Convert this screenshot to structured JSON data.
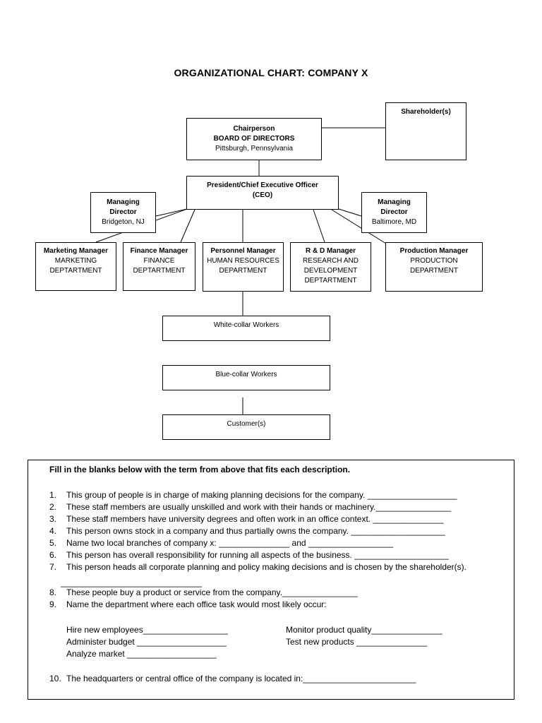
{
  "title": "ORGANIZATIONAL CHART:  COMPANY X",
  "chart": {
    "shareholders": "Shareholder(s)",
    "chairperson": {
      "role": "Chairperson",
      "board": "BOARD OF DIRECTORS",
      "location": "Pittsburgh, Pennsylvania"
    },
    "ceo": {
      "title": "President/Chief Executive Officer",
      "abbr": "(CEO)"
    },
    "md_left": {
      "line1": "Managing",
      "line2": "Director",
      "location": "Bridgeton, NJ"
    },
    "md_right": {
      "line1": "Managing",
      "line2": "Director",
      "location": "Baltimore, MD"
    },
    "marketing": {
      "title": "Marketing Manager",
      "dept1": "MARKETING",
      "dept2": "DEPTARTMENT"
    },
    "finance": {
      "title": "Finance Manager",
      "dept1": "FINANCE",
      "dept2": "DEPTARTMENT"
    },
    "personnel": {
      "title": "Personnel Manager",
      "dept1": "HUMAN RESOURCES",
      "dept2": "DEPARTMENT"
    },
    "rd": {
      "title": "R & D Manager",
      "dept1": "RESEARCH AND",
      "dept2": "DEVELOPMENT",
      "dept3": "DEPTARTMENT"
    },
    "production": {
      "title": "Production Manager",
      "dept1": "PRODUCTION",
      "dept2": "DEPARTMENT"
    },
    "white_collar": "White-collar Workers",
    "blue_collar": "Blue-collar Workers",
    "customers": "Customer(s)"
  },
  "questions": {
    "instructions": "Fill in the blanks below with the term from above that fits each description.",
    "items": [
      {
        "num": "1.",
        "text": "This group of people is in charge of making planning decisions for the company. ___________________"
      },
      {
        "num": "2.",
        "text": "These staff members are usually unskilled and work with their hands or machinery.________________"
      },
      {
        "num": "3.",
        "text": "These staff members have university degrees and often work in an office context. _______________"
      },
      {
        "num": "4.",
        "text": "This person owns stock in a company and thus partially owns the company. ____________________"
      },
      {
        "num": "5.",
        "text": "Name two local branches of company x: _______________ and __________________"
      },
      {
        "num": "6.",
        "text": "This person has overall responsibility for running all aspects of the business. ____________________"
      },
      {
        "num": "7.",
        "text": "This person heads all corporate planning and policy making decisions and is chosen by the shareholder(s)."
      },
      {
        "num": "8.",
        "text": "These people buy a product or service from the company.________________"
      },
      {
        "num": "9.",
        "text": "Name the department where each office task would most likely occur:"
      }
    ],
    "q7_blank": "______________________________",
    "tasks_left": [
      "Hire new employees__________________",
      "Administer budget  ___________________",
      "Analyze market   ___________________"
    ],
    "tasks_right": [
      "Monitor product quality_______________",
      "Test new products       _______________"
    ],
    "q10": {
      "num": "10.",
      "text": "The headquarters or central office of the company is located in:________________________"
    }
  }
}
